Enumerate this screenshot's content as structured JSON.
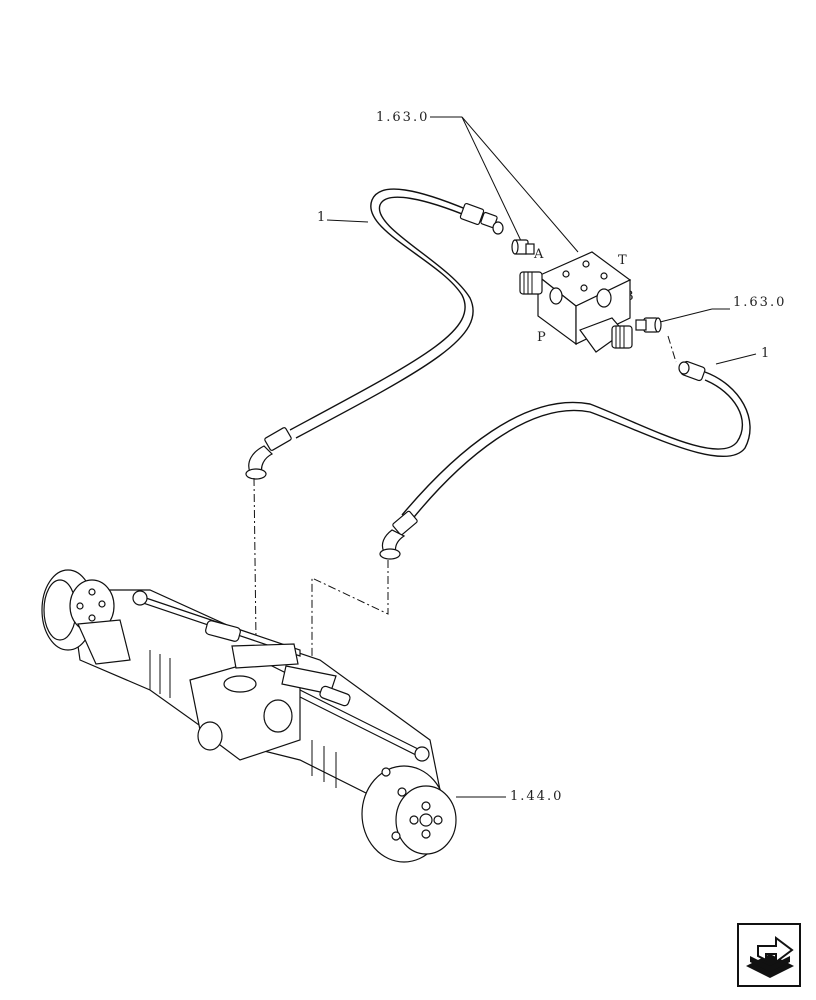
{
  "labels": {
    "valve_ref_top": "1.63.0",
    "valve_ref_right": "1.63.0",
    "hose_left_ref": "1",
    "hose_right_ref": "1",
    "axle_ref": "1.44.0"
  },
  "port_letters": {
    "a": "A",
    "t": "T",
    "b": "B",
    "p": "P"
  },
  "icons": {
    "nav_button": "next-page-arrow-icon"
  }
}
